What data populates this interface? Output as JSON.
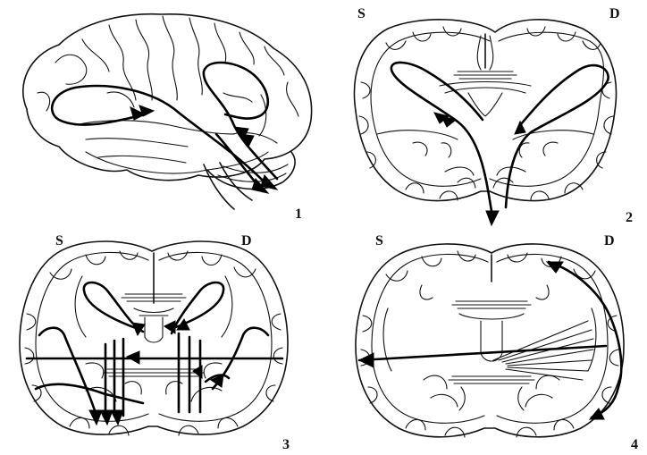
{
  "panels": [
    {
      "id": "1",
      "number_label": "1",
      "left_label": "",
      "right_label": ""
    },
    {
      "id": "2",
      "number_label": "2",
      "left_label": "S",
      "right_label": "D"
    },
    {
      "id": "3",
      "number_label": "3",
      "left_label": "S",
      "right_label": "D"
    },
    {
      "id": "4",
      "number_label": "4",
      "left_label": "S",
      "right_label": "D"
    }
  ],
  "colors": {
    "ink": "#111111",
    "background": "#ffffff"
  }
}
